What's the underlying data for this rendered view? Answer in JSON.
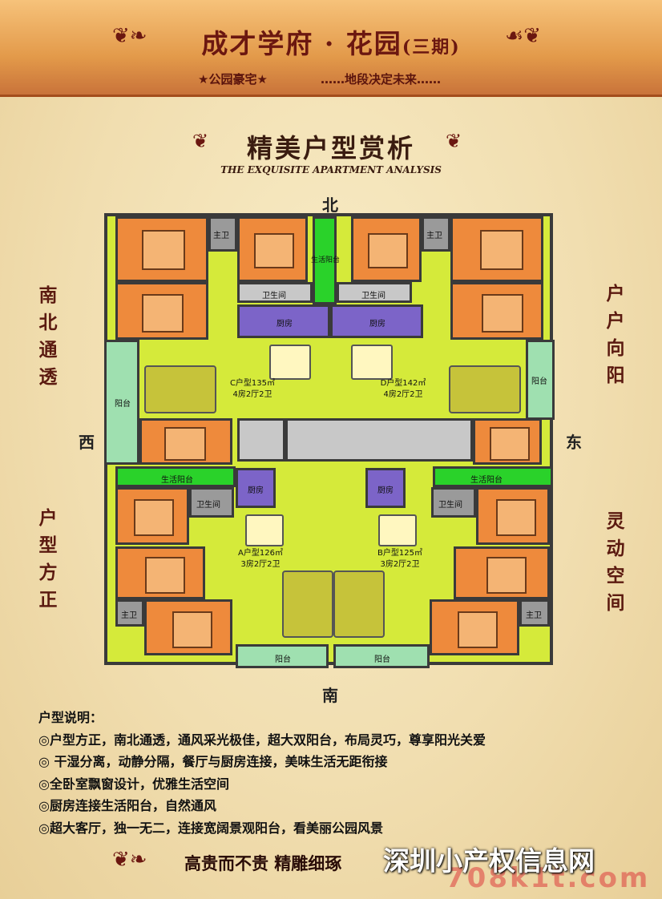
{
  "header": {
    "title": "成才学府 · 花园",
    "phase": "(三期)",
    "tag_left": "★公园豪宅★",
    "tag_right": "……地段决定未来……"
  },
  "section": {
    "title": "精美户型赏析",
    "subtitle": "THE EXQUISITE APARTMENT ANALYSIS"
  },
  "directions": {
    "north": "北",
    "south": "南",
    "west": "西",
    "east": "东"
  },
  "side_text": {
    "left_top": "南北通透",
    "left_bottom": "户型方正",
    "right_top": "户户向阳",
    "right_bottom": "灵动空间"
  },
  "rooms": {
    "master_bath": "主卫",
    "bath": "卫生间",
    "kitchen": "厨房",
    "service_balcony": "生活阳台",
    "balcony": "阳台"
  },
  "units": {
    "c": {
      "name": "C户型135㎡",
      "layout": "4房2厅2卫"
    },
    "d": {
      "name": "D户型142㎡",
      "layout": "4房2厅2卫"
    },
    "a": {
      "name": "A户型126㎡",
      "layout": "3房2厅2卫"
    },
    "b": {
      "name": "B户型125㎡",
      "layout": "3房2厅2卫"
    }
  },
  "notes": {
    "heading": "户型说明：",
    "items": [
      "◎户型方正，南北通透，通风采光极佳，超大双阳台，布局灵巧，尊享阳光关爱",
      "◎ 干湿分离，动静分隔，餐厅与厨房连接，美味生活无距衔接",
      "◎全卧室飘窗设计，优雅生活空间",
      "◎厨房连接生活阳台，自然通风",
      "◎超大客厅，独一无二，连接宽阔景观阳台，看美丽公园风景"
    ]
  },
  "slogan": "高贵而不贵   精雕细琢",
  "watermark": {
    "line1": "深圳小产权信息网",
    "line2": "708k1t.com"
  },
  "colors": {
    "bedroom": "#ee8a3c",
    "living": "#d5ea3a",
    "service_balcony": "#2ad22a",
    "kitchen": "#7c64c8",
    "header": "#e39a4a"
  }
}
